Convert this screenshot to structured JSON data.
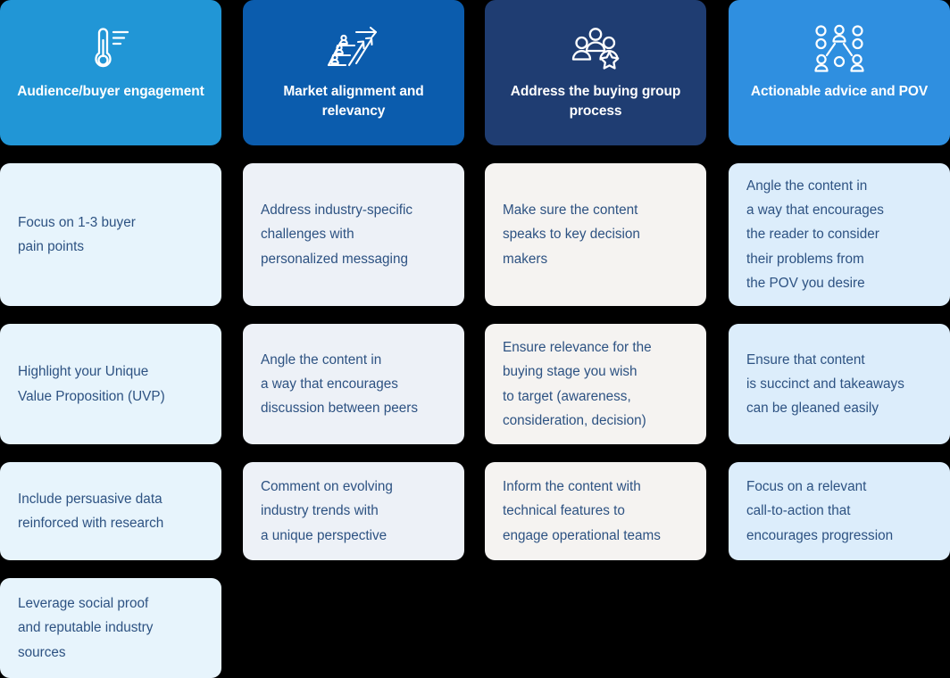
{
  "palette": {
    "page_background": "#000000",
    "header_col_1": "#2196d6",
    "header_col_2": "#0b5cad",
    "header_col_3": "#1f3d72",
    "header_col_4": "#2f8fe0",
    "cell_col_1": "#e7f4fc",
    "cell_col_2": "#edf1f7",
    "cell_col_3": "#f5f3f1",
    "cell_col_4": "#dcedfb",
    "header_text": "#ffffff",
    "body_text": "#2d5282"
  },
  "columns": [
    {
      "header": {
        "title": "Audience/buyer\nengagement",
        "icon": "thermometer-icon",
        "background": "#2196d6"
      },
      "cell_background": "#e7f4fc",
      "cells": [
        "Focus on 1-3 buyer\npain points",
        "Highlight your Unique\nValue Proposition (UVP)",
        "Include persuasive data\nreinforced with research",
        "Leverage social proof\nand reputable industry\nsources"
      ]
    },
    {
      "header": {
        "title": "Market alignment and\nrelevancy",
        "icon": "growth-chart-people-icon",
        "background": "#0b5cad"
      },
      "cell_background": "#edf1f7",
      "cells": [
        "Address industry-specific\nchallenges with\npersonalized messaging",
        "Angle the content in\na way that encourages\ndiscussion between peers",
        "Comment on evolving\nindustry trends with\na unique perspective"
      ]
    },
    {
      "header": {
        "title": "Address the buying\ngroup process",
        "icon": "people-group-star-icon",
        "background": "#1f3d72"
      },
      "cell_background": "#f5f3f1",
      "cells": [
        "Make sure the content\nspeaks to key decision\nmakers",
        "Ensure relevance for the\nbuying stage you wish\nto target (awareness,\nconsideration, decision)",
        "Inform the content with\ntechnical features to\nengage operational teams"
      ]
    },
    {
      "header": {
        "title": "Actionable advice\nand POV",
        "icon": "people-network-icon",
        "background": "#2f8fe0"
      },
      "cell_background": "#dcedfb",
      "cells": [
        "Angle the content in\na way that encourages\nthe reader to consider\ntheir problems from\nthe POV you desire",
        "Ensure that content\nis succinct and takeaways\ncan be gleaned easily",
        "Focus on a relevant\ncall-to-action that\nencourages progression"
      ]
    }
  ]
}
